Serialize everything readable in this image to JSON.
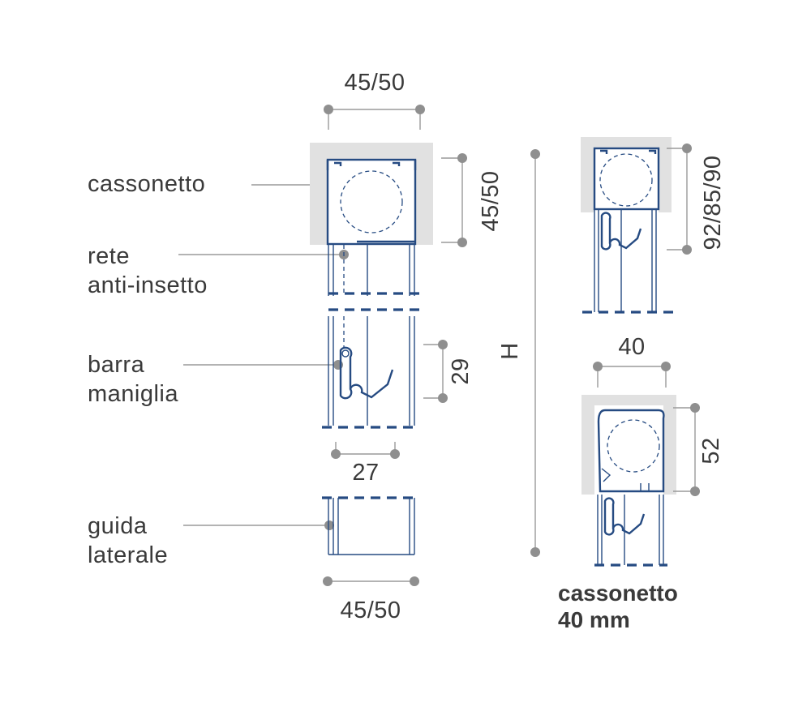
{
  "labels": {
    "cassonetto": "cassonetto",
    "rete_1": "rete",
    "rete_2": "anti-insetto",
    "barra_1": "barra",
    "barra_2": "maniglia",
    "guida_1": "guida",
    "guida_2": "laterale"
  },
  "dimensions": {
    "top_width": "45/50",
    "box_height": "45/50",
    "handle_height": "29",
    "inner_width": "27",
    "bottom_width": "45/50",
    "total_height": "H",
    "right_box_height": "92/85/90",
    "right_width": "40",
    "right_box2_height": "52"
  },
  "caption": {
    "line1": "cassonetto",
    "line2": "40 mm"
  },
  "colors": {
    "profile": "#264b82",
    "housing": "#e1e1e1",
    "dimension": "#8f8f8f",
    "text": "#3a3a3a"
  }
}
